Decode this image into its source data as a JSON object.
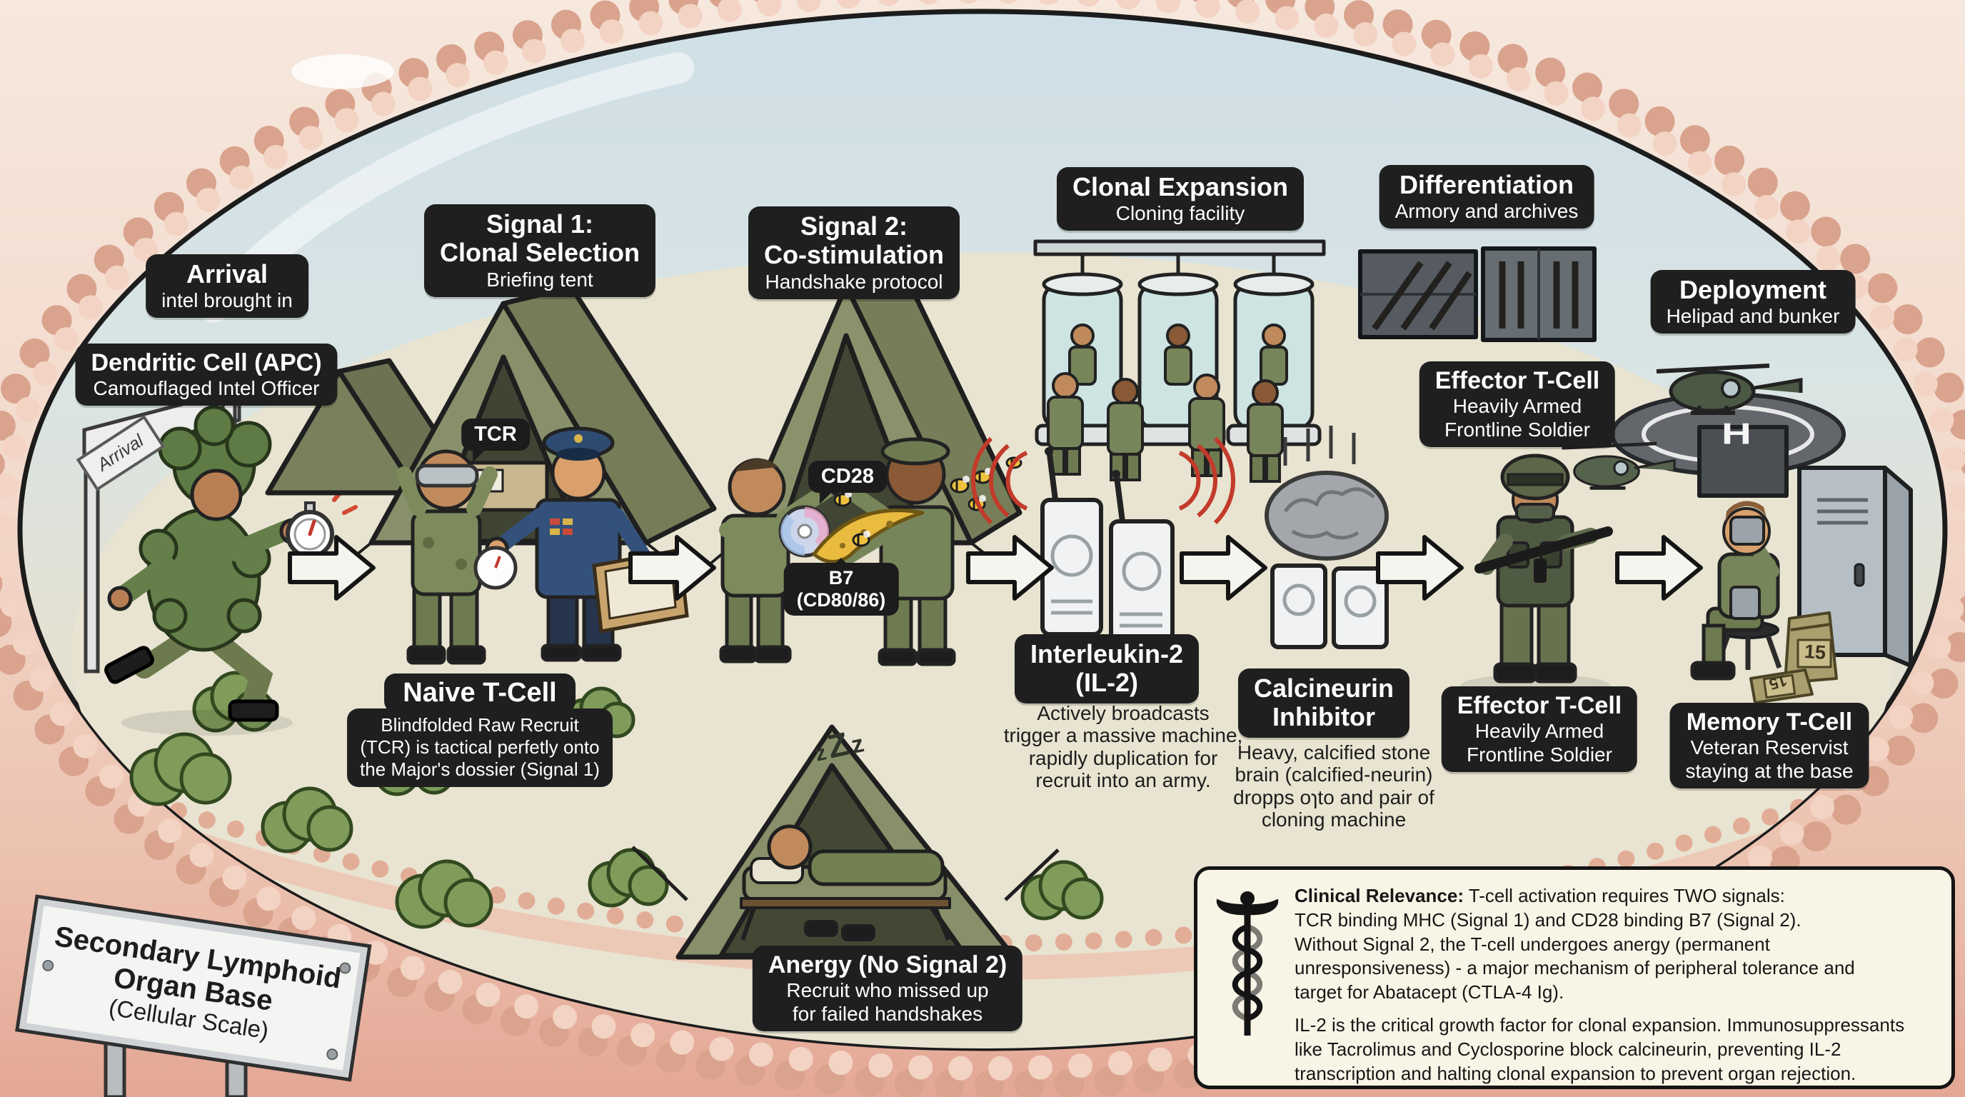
{
  "labels": {
    "arrival": {
      "title": "Arrival",
      "subtitle": "intel brought in"
    },
    "dendritic": {
      "title": "Dendritic Cell (APC)",
      "subtitle": "Camouflaged Intel Officer"
    },
    "signal1": {
      "line1": "Signal 1:",
      "line2": "Clonal Selection",
      "subtitle": "Briefing tent"
    },
    "signal2": {
      "line1": "Signal 2:",
      "line2": "Co-stimulation",
      "subtitle": "Handshake protocol"
    },
    "clonal_expansion": {
      "title": "Clonal Expansion",
      "subtitle": "Cloning facility"
    },
    "differentiation": {
      "title": "Differentiation",
      "subtitle": "Armory and archives"
    },
    "deployment": {
      "title": "Deployment",
      "subtitle": "Helipad and bunker"
    },
    "effector_upper": {
      "title": "Effector T-Cell",
      "line2": "Heavily Armed",
      "line3": "Frontline Soldier"
    },
    "effector_lower": {
      "title": "Effector T-Cell",
      "line2": "Heavily Armed",
      "line3": "Frontline Soldier"
    },
    "naive": {
      "title": "Naive T-Cell",
      "desc_lines": [
        "Blindfolded Raw Recruit",
        "(TCR) is tactical perfetly onto",
        "the Major's dossier (Signal 1)"
      ]
    },
    "il2": {
      "line1": "Interleukin-2",
      "line2": "(IL-2)",
      "desc_lines": [
        "Actively broadcasts",
        "trigger a massive machine,",
        "rapidly duplication for",
        "recruit into an army."
      ]
    },
    "calcineurin": {
      "line1": "Calcineurin",
      "line2": "Inhibitor",
      "desc_lines": [
        "Heavy, calcified stone",
        "brain (calcified-neurin)",
        "dropps oɿto and pair of",
        "cloning machine"
      ]
    },
    "memory": {
      "title": "Memory T-Cell",
      "line2": "Veteran Reservist",
      "line3": "staying at the base"
    },
    "anergy": {
      "title": "Anergy (No Signal 2)",
      "line2": "Recruit who missed up",
      "line3": "for failed handshakes"
    }
  },
  "bubbles": {
    "tcr": "TCR",
    "cd28": "CD28",
    "b7_line1": "B7",
    "b7_line2": "(CD80/86)"
  },
  "scene_text": {
    "gate_sign": "Arrival",
    "helipad_letter": "H",
    "sleep_z1": "z",
    "sleep_z2": "Z",
    "sleep_z3": "z",
    "ration_tag": "15"
  },
  "base_sign": {
    "line1": "Secondary Lymphoid",
    "line2": "Organ Base",
    "line3": "(Cellular Scale)"
  },
  "clinical": {
    "heading": "Clinical Relevance:",
    "para1": " T-cell activation requires TWO signals:\nTCR binding MHC (Signal 1) and CD28 binding B7 (Signal 2).\nWithout Signal 2, the T-cell undergoes anergy (permanent\nunresponsiveness) - a major mechanism of peripheral tolerance and\ntarget for Abatacept (CTLA-4 Ig).",
    "para2": "IL-2 is the critical growth factor for clonal expansion. Immunosuppressants\nlike Tacrolimus and Cyclosporine block calcineurin, preventing IL-2\ntranscription and halting clonal expansion to prevent organ rejection."
  },
  "colors": {
    "label_bg": "#1f1f1f",
    "label_text": "#ffffff",
    "cell_sky": "#d2e0e7",
    "cell_floor": "#e8e4d1",
    "membrane_pink": "#edc6b4",
    "tissue_pink": "#f2d9cb",
    "tent_green": "#87906a",
    "camo_green": "#7d8a5c",
    "officer_navy": "#33517a",
    "arrow_fill": "#f6f4ee",
    "signal_red": "#c23b2a",
    "clinical_bg": "#f8f5e6",
    "sign_bg": "#f4f4f2"
  }
}
